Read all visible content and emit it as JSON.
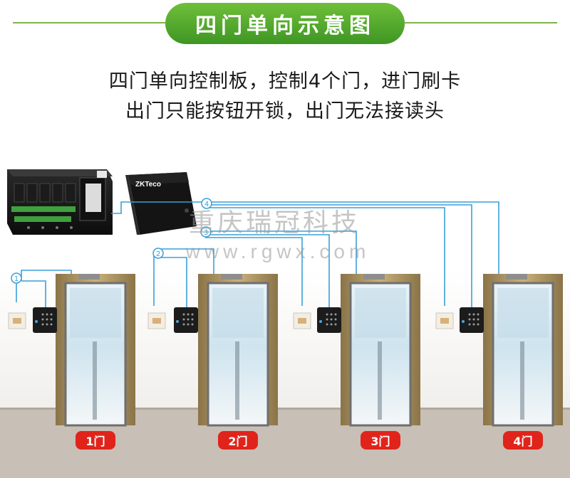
{
  "header": {
    "title": "四门单向示意图",
    "accent_color": "#4aa52a"
  },
  "description": {
    "line1": "四门单向控制板，控制4个门，进门刷卡",
    "line2": "出门只能按钮开锁，出门无法接读头"
  },
  "controller": {
    "brand": "ZKTeco"
  },
  "wires": [
    {
      "number": "1"
    },
    {
      "number": "2"
    },
    {
      "number": "3"
    },
    {
      "number": "4"
    }
  ],
  "doors": [
    {
      "label": "1门"
    },
    {
      "label": "2门"
    },
    {
      "label": "3门"
    },
    {
      "label": "4门"
    }
  ],
  "watermark": {
    "line1": "重庆瑞冠科技",
    "line2": "www.rgwx.com"
  },
  "colors": {
    "wire": "#3aa0d8",
    "door_label": "#e0241b",
    "door_frame": "#a88f5c"
  }
}
